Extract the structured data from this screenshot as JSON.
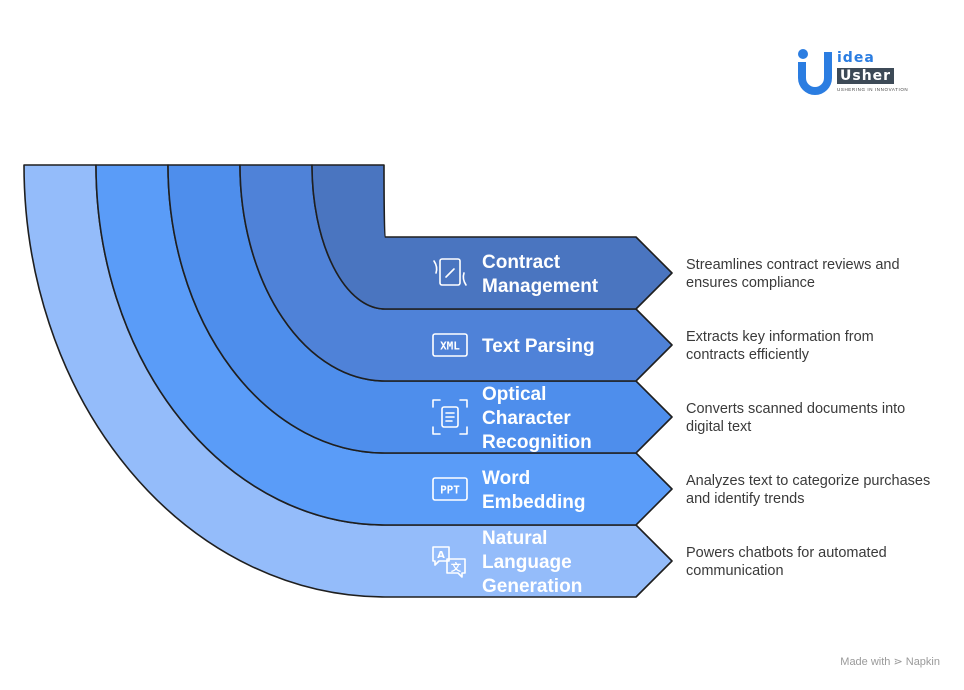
{
  "logo": {
    "word1": "idea",
    "word2": "Usher",
    "tagline": "USHERING IN INNOVATION",
    "brand_blue": "#2b7de1",
    "brand_dark": "#3d4a57"
  },
  "segments": [
    {
      "title_lines": [
        "Contract",
        "Management"
      ],
      "icon": "hand-document-icon",
      "description": "Streamlines contract reviews and ensures compliance",
      "color": "#4a75c0"
    },
    {
      "title_lines": [
        "Text Parsing"
      ],
      "icon": "xml-file-icon",
      "icon_label": "XML",
      "description": "Extracts key information from contracts efficiently",
      "color": "#4f82d8"
    },
    {
      "title_lines": [
        "Optical",
        "Character",
        "Recognition"
      ],
      "icon": "document-scan-icon",
      "description": "Converts scanned documents into digital text",
      "color": "#4e8eec"
    },
    {
      "title_lines": [
        "Word",
        "Embedding"
      ],
      "icon": "ppt-file-icon",
      "icon_label": "PPT",
      "description": "Analyzes text to categorize purchases and identify trends",
      "color": "#5a9cf8"
    },
    {
      "title_lines": [
        "Natural",
        "Language",
        "Generation"
      ],
      "icon": "translate-icon",
      "description": "Powers chatbots for automated communication",
      "color": "#94bcfa"
    }
  ],
  "footer": "Made with ⋗ Napkin"
}
